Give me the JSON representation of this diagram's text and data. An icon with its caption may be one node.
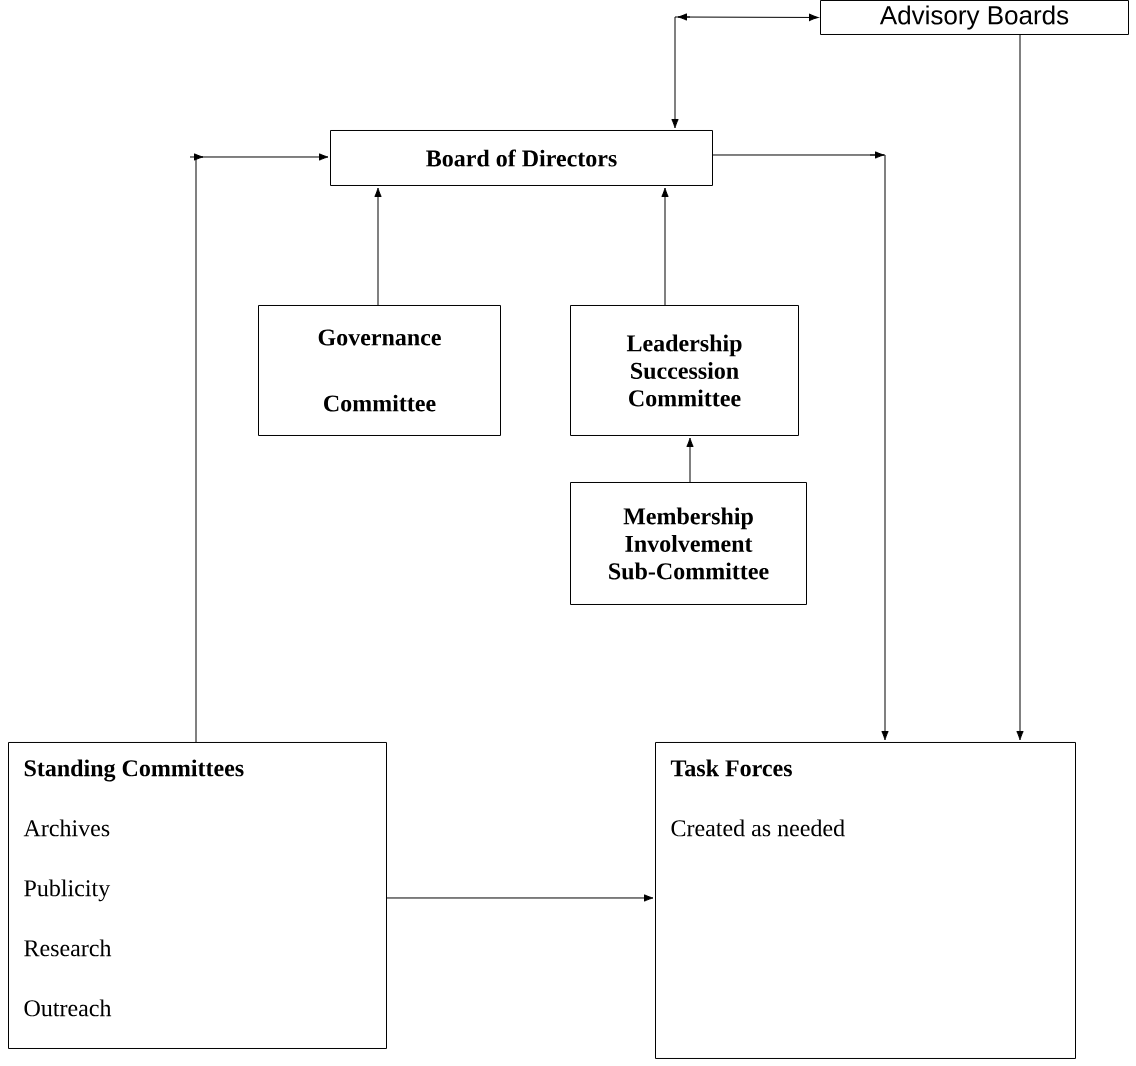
{
  "diagram": {
    "nodes": [
      {
        "text": [
          "Advisory Boards"
        ]
      },
      {
        "text": [
          "Board of Directors"
        ]
      },
      {
        "text": [
          "Governance Committee"
        ]
      },
      {
        "text": [
          "Leadership Succession Committee"
        ]
      },
      {
        "text": [
          "Membership Involvement Sub-Committee"
        ]
      },
      {
        "text": [
          "Standing Committees",
          "Archives",
          "Publicity",
          "Research",
          "Outreach"
        ]
      },
      {
        "text": [
          "Task Forces",
          "Created as needed"
        ]
      }
    ],
    "edges": [
      {
        "from": 1,
        "to": 0,
        "arrow": "both"
      },
      {
        "from": 0,
        "to": 6,
        "arrow": "to"
      },
      {
        "from": 1,
        "to": 6,
        "arrow": "to"
      },
      {
        "from": 2,
        "to": 1,
        "arrow": "to"
      },
      {
        "from": 3,
        "to": 1,
        "arrow": "to"
      },
      {
        "from": 4,
        "to": 3,
        "arrow": "to"
      },
      {
        "from": 5,
        "to": 1,
        "arrow": "to"
      },
      {
        "from": 5,
        "to": 6,
        "arrow": "to"
      }
    ]
  }
}
